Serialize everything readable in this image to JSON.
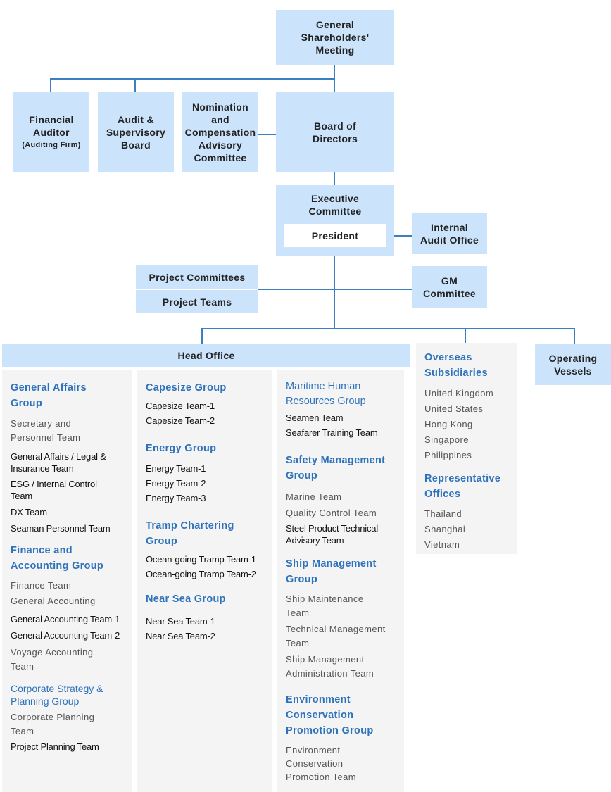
{
  "top": {
    "shareholders": [
      "General",
      "Shareholders'",
      "Meeting"
    ],
    "financial_auditor": [
      "Financial",
      "Auditor"
    ],
    "financial_auditor_sub": "(Auditing Firm)",
    "audit_board": [
      "Audit &",
      "Supervisory",
      "Board"
    ],
    "nomination": [
      "Nomination",
      "and",
      "Compensation",
      "Advisory",
      "Committee"
    ],
    "board": [
      "Board of",
      "Directors"
    ],
    "executive": [
      "Executive",
      "Committee"
    ],
    "president": "President",
    "internal_audit": [
      "Internal",
      "Audit Office"
    ],
    "project_committees": "Project Committees",
    "project_teams": "Project Teams",
    "gm_committee": [
      "GM",
      "Committee"
    ],
    "head_office": "Head Office",
    "operating_vessels": [
      "Operating",
      "Vessels"
    ]
  },
  "colors": {
    "box_fill": "#cce4fb",
    "line": "#3a7fc1",
    "group_text": "#2e72bb",
    "column_fill": "#f4f4f4"
  },
  "columns": {
    "col1": {
      "g1": [
        "General Affairs",
        "Group"
      ],
      "g1_teams": [
        "Secretary and",
        "Personnel Team"
      ],
      "g1_teams_b": [
        "General Affairs / Legal  &",
        "Insurance Team",
        "ESG / Internal Control",
        "Team",
        "DX Team",
        "Seaman Personnel Team"
      ],
      "g2": [
        "Finance and",
        "Accounting Group"
      ],
      "g2_teams": [
        "Finance Team",
        "General Accounting"
      ],
      "g2_teams_b": [
        "General Accounting Team-1",
        "General Accounting Team-2"
      ],
      "g2_teams_c": [
        "Voyage Accounting",
        "Team"
      ],
      "g3": [
        "Corporate Strategy  &",
        "Planning Group"
      ],
      "g3_teams": [
        "Corporate Planning",
        "Team"
      ],
      "g3_teams_b": [
        "Project Planning Team"
      ]
    },
    "col2": {
      "g1": "Capesize Group",
      "g1_teams": [
        "Capesize Team-1",
        "Capesize Team-2"
      ],
      "g2": "Energy Group",
      "g2_teams": [
        "Energy Team-1",
        "Energy Team-2",
        "Energy Team-3"
      ],
      "g3": [
        "Tramp Chartering",
        "Group"
      ],
      "g3_teams": [
        "Ocean-going Tramp Team-1",
        "Ocean-going Tramp Team-2"
      ],
      "g4": "Near Sea Group",
      "g4_teams": [
        "Near Sea Team-1",
        "Near Sea Team-2"
      ]
    },
    "col3": {
      "g1": [
        "Maritime Human",
        "Resources Group"
      ],
      "g1_teams": [
        "Seamen Team",
        "Seafarer Training Team"
      ],
      "g2": [
        "Safety Management",
        "Group"
      ],
      "g2_teams": [
        "Marine Team",
        "Quality Control Team"
      ],
      "g2_teams_b": [
        "Steel Product Technical",
        "Advisory Team"
      ],
      "g3": [
        "Ship Management",
        "Group"
      ],
      "g3_teams": [
        "Ship Maintenance",
        "Team",
        "Technical Management",
        "Team",
        "Ship Management",
        "Administration Team"
      ],
      "g4": [
        "Environment",
        "Conservation",
        "Promotion Group"
      ],
      "g4_teams": [
        "Environment",
        "Conservation",
        "Promotion Team"
      ]
    },
    "overseas": {
      "g1": [
        "Overseas",
        "Subsidiaries"
      ],
      "g1_items": [
        "United Kingdom",
        "United States",
        "Hong Kong",
        "Singapore",
        "Philippines"
      ],
      "g2": [
        "Representative",
        "Offices"
      ],
      "g2_items": [
        "Thailand",
        "Shanghai",
        "Vietnam"
      ]
    }
  }
}
